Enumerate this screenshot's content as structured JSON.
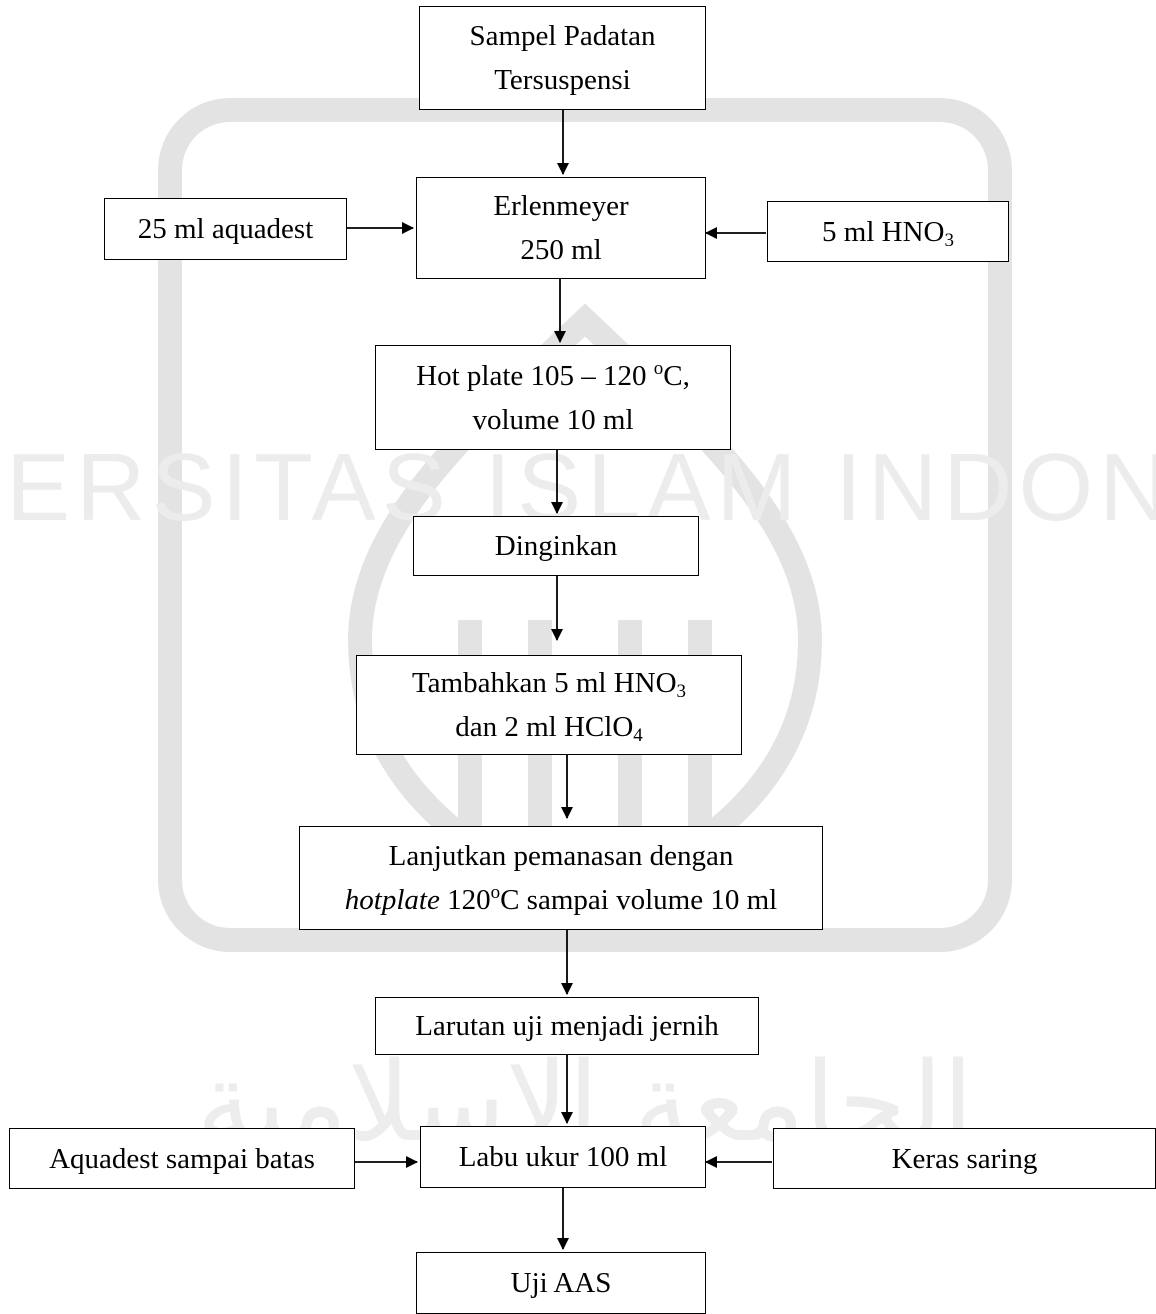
{
  "diagram": {
    "nodes": {
      "sampel": {
        "line1": "Sampel Padatan",
        "line2": "Tersuspensi"
      },
      "aquadest25": {
        "text": "25 ml aquadest"
      },
      "erlenmeyer": {
        "line1": "Erlenmeyer",
        "line2": "250 ml"
      },
      "hno3_5": {
        "prefix": "5 ml HNO",
        "sub": "3"
      },
      "hotplate": {
        "prefix": "Hot plate 105 – 120 ",
        "sup": "o",
        "suffix": "C,",
        "line2": "volume 10 ml"
      },
      "dinginkan": {
        "text": "Dinginkan"
      },
      "tambahkan": {
        "prefix1": "Tambahkan 5 ml HNO",
        "sub1": "3",
        "prefix2": "dan 2 ml HClO",
        "sub2": "4"
      },
      "lanjutkan": {
        "line1": "Lanjutkan pemanasan dengan",
        "italic": "hotplate",
        "mid": " 120",
        "sup": "o",
        "suffix": "C sampai volume 10 ml"
      },
      "larutan": {
        "text": "Larutan uji menjadi jernih"
      },
      "aquadest_batas": {
        "text": "Aquadest sampai batas"
      },
      "labu": {
        "text": "Labu ukur 100 ml"
      },
      "keras": {
        "text": "Keras saring"
      },
      "uji": {
        "text": "Uji AAS"
      }
    },
    "edges": [
      {
        "from": "sampel",
        "to": "erlenmeyer"
      },
      {
        "from": "aquadest25",
        "to": "erlenmeyer"
      },
      {
        "from": "hno3_5",
        "to": "erlenmeyer"
      },
      {
        "from": "erlenmeyer",
        "to": "hotplate"
      },
      {
        "from": "hotplate",
        "to": "dinginkan"
      },
      {
        "from": "dinginkan",
        "to": "tambahkan"
      },
      {
        "from": "tambahkan",
        "to": "lanjutkan"
      },
      {
        "from": "lanjutkan",
        "to": "larutan"
      },
      {
        "from": "larutan",
        "to": "labu"
      },
      {
        "from": "aquadest_batas",
        "to": "labu"
      },
      {
        "from": "keras",
        "to": "labu"
      },
      {
        "from": "labu",
        "to": "uji"
      }
    ],
    "watermark": {
      "arc_text": "UNIVERSITAS ISLAM INDONESIA",
      "arabic_text": "الجامعة الإسلامية",
      "color": "#c8c8c8"
    }
  }
}
